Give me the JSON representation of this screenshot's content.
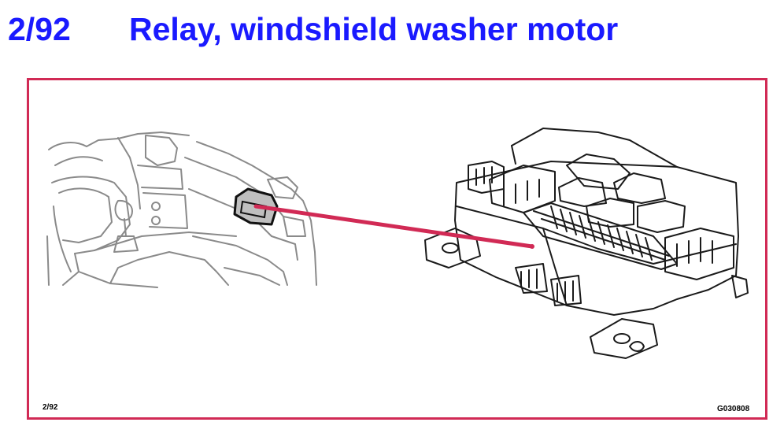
{
  "header": {
    "code": "2/92",
    "title": "Relay, windshield washer motor"
  },
  "footer": {
    "left_label": "2/92",
    "right_label": "G030808"
  },
  "colors": {
    "title": "#1a1aff",
    "frame": "#d12a55",
    "leader_line": "#d12a55",
    "dashboard_lines": "#8a8a8a",
    "fusebox_lines": "#1a1a1a"
  },
  "icons": [
    "dashboard-illustration",
    "relay-location-icon",
    "fuse-box-illustration",
    "highlighted-relay-icon"
  ]
}
